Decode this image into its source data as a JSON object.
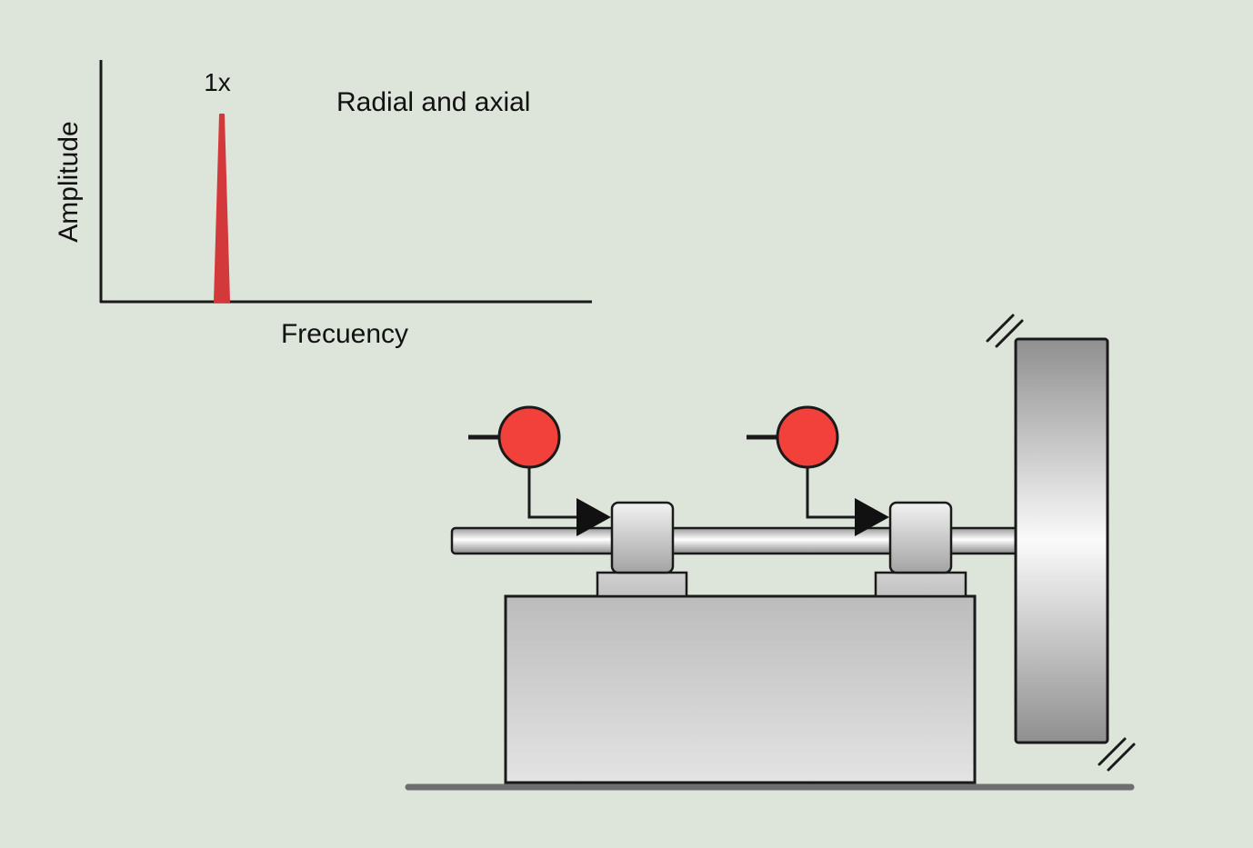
{
  "chart_data": {
    "type": "line",
    "xlabel": "Frecuency",
    "ylabel": "Amplitude",
    "annotations": [
      {
        "text": "1x",
        "role": "peak-label"
      },
      {
        "text": "Radial and axial",
        "role": "direction-note"
      }
    ],
    "series": [
      {
        "x": [
          1
        ],
        "values": [
          1
        ]
      }
    ],
    "grid": false,
    "axis_ticks": false
  },
  "colors": {
    "background": "#dde4d9",
    "spectrum_peak": "#d3383a",
    "sensor": "#f2403a",
    "outline": "#1a1a1a",
    "floor": "#6e6e6e"
  },
  "icons": {
    "sensor": "vibration-sensor-icon",
    "arrow": "measurement-arrow-icon"
  }
}
